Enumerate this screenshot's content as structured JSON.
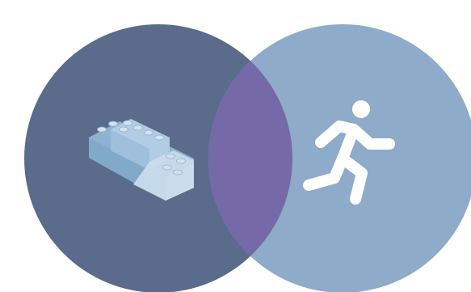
{
  "diagram": {
    "type": "venn",
    "sets": [
      {
        "id": "left",
        "icon": "building-blocks-icon",
        "color": "#5a6b8c"
      },
      {
        "id": "right",
        "icon": "running-person-icon",
        "color": "#8eabc9"
      }
    ],
    "overlap_color": "#7669a8",
    "background": "#ffffff",
    "icon_colors": {
      "bricks_main": "#b7d2e8",
      "bricks_light": "#d2e4f2",
      "bricks_shadow": "#86adcd",
      "runner": "#ffffff"
    }
  }
}
